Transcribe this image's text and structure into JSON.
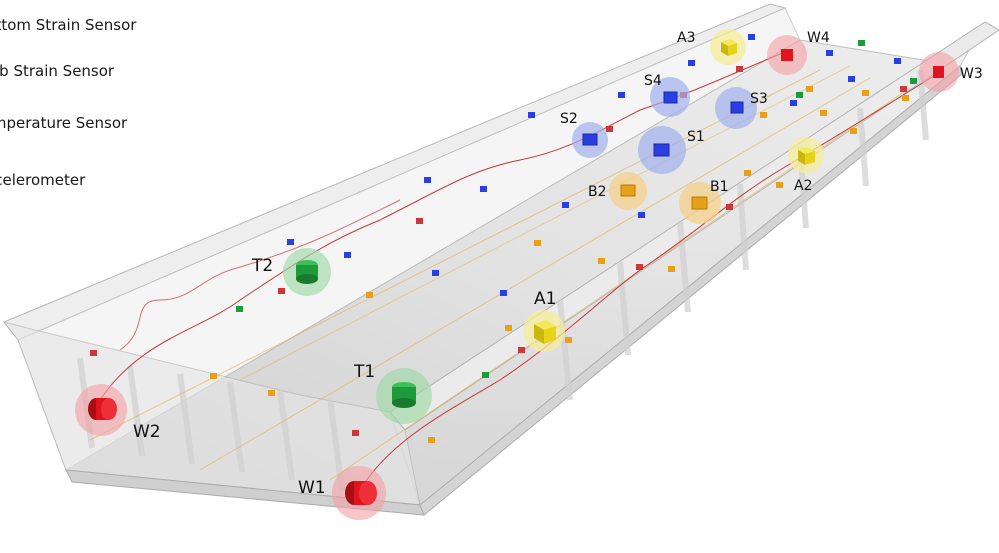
{
  "legend": [
    {
      "label": "Bottom Strain Sensor",
      "color": "#e6a01a"
    },
    {
      "label": "Web Strain Sensor",
      "color": "#2b3fe0"
    },
    {
      "label": "Temperature Sensor",
      "color": "#1f9a3a"
    },
    {
      "label": "Accelerometer",
      "color": "#e8d21c"
    }
  ],
  "sensors": [
    {
      "id": "W1",
      "label": "W1",
      "type": "strain-wheel",
      "color": "#e0141c",
      "halo": "#f4a0a4"
    },
    {
      "id": "W2",
      "label": "W2",
      "type": "strain-wheel",
      "color": "#e0141c",
      "halo": "#f4a0a4"
    },
    {
      "id": "W3",
      "label": "W3",
      "type": "strain-wheel",
      "color": "#e0141c",
      "halo": "#f4a0a4"
    },
    {
      "id": "W4",
      "label": "W4",
      "type": "strain-wheel",
      "color": "#e0141c",
      "halo": "#f4a0a4"
    },
    {
      "id": "T1",
      "label": "T1",
      "type": "temperature",
      "color": "#1f9a3a",
      "halo": "#9fd8a8"
    },
    {
      "id": "T2",
      "label": "T2",
      "type": "temperature",
      "color": "#1f9a3a",
      "halo": "#9fd8a8"
    },
    {
      "id": "A1",
      "label": "A1",
      "type": "accelerometer",
      "color": "#e8d21c",
      "halo": "#f4ee9a"
    },
    {
      "id": "A2",
      "label": "A2",
      "type": "accelerometer",
      "color": "#e8d21c",
      "halo": "#f4ee9a"
    },
    {
      "id": "A3",
      "label": "A3",
      "type": "accelerometer",
      "color": "#e8d21c",
      "halo": "#f4ee9a"
    },
    {
      "id": "B1",
      "label": "B1",
      "type": "bottom-strain",
      "color": "#e6a01a",
      "halo": "#f6d08a"
    },
    {
      "id": "B2",
      "label": "B2",
      "type": "bottom-strain",
      "color": "#e6a01a",
      "halo": "#f6d08a"
    },
    {
      "id": "S1",
      "label": "S1",
      "type": "web-strain",
      "color": "#2b3fe0",
      "halo": "#9fb0ec"
    },
    {
      "id": "S2",
      "label": "S2",
      "type": "web-strain",
      "color": "#2b3fe0",
      "halo": "#9fb0ec"
    },
    {
      "id": "S3",
      "label": "S3",
      "type": "web-strain",
      "color": "#2b3fe0",
      "halo": "#9fb0ec"
    },
    {
      "id": "S4",
      "label": "S4",
      "type": "web-strain",
      "color": "#2b3fe0",
      "halo": "#9fb0ec"
    }
  ],
  "colors": {
    "beam_fill": "#d8d8d8",
    "beam_edge": "#b4b4b4",
    "cable_red": "#c8383c",
    "cable_orange": "#e0b04a"
  }
}
